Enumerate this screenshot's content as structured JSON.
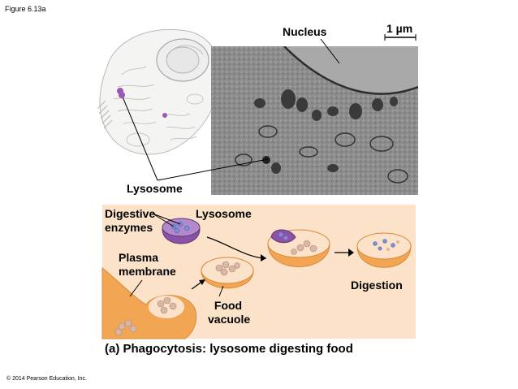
{
  "figure_label": "Figure 6.13a",
  "copyright": "© 2014 Pearson Education, Inc.",
  "labels": {
    "nucleus": "Nucleus",
    "scale_bar": "1 µm",
    "lysosome_top": "Lysosome",
    "digestive_enzymes": [
      "Digestive",
      "enzymes"
    ],
    "lysosome_bottom": "Lysosome",
    "plasma_membrane": [
      "Plasma",
      "membrane"
    ],
    "food_vacuole": [
      "Food",
      "vacuole"
    ],
    "digestion": "Digestion"
  },
  "caption": "(a) Phagocytosis: lysosome digesting food",
  "colors": {
    "micrograph": "#9a9a9a",
    "panel": "#fbe2c8",
    "cell_orange": "#f2a654",
    "lysosome_purple": "#8b52a8",
    "food_particle": "#d9b7a3",
    "enzyme_blue": "#7b8fd6"
  }
}
